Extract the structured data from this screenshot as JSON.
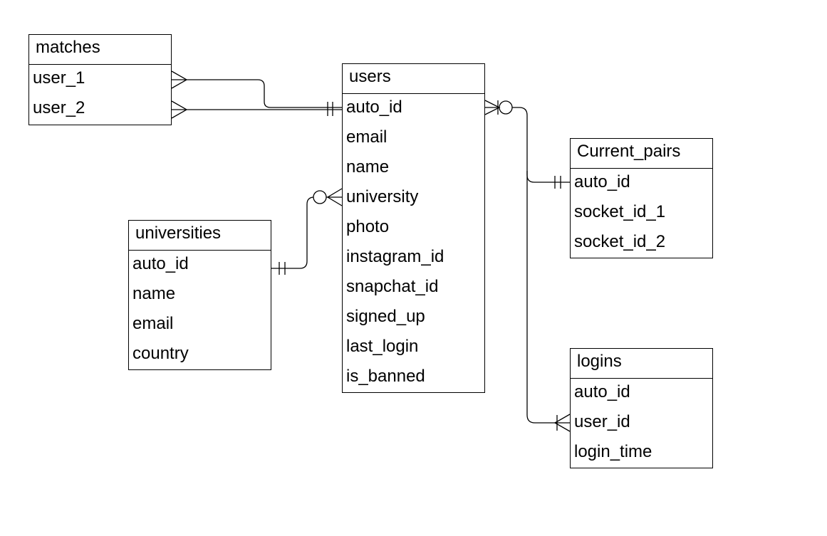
{
  "entities": {
    "matches": {
      "title": "matches",
      "fields": [
        "user_1",
        "user_2"
      ]
    },
    "users": {
      "title": "users",
      "fields": [
        "auto_id",
        "email",
        "name",
        "university",
        "photo",
        "instagram_id",
        "snapchat_id",
        "signed_up",
        "last_login",
        "is_banned"
      ]
    },
    "universities": {
      "title": "universities",
      "fields": [
        "auto_id",
        "name",
        "email",
        "country"
      ]
    },
    "current_pairs": {
      "title": "Current_pairs",
      "fields": [
        "auto_id",
        "socket_id_1",
        "socket_id_2"
      ]
    },
    "logins": {
      "title": "logins",
      "fields": [
        "auto_id",
        "user_id",
        "login_time"
      ]
    }
  },
  "relationships": [
    {
      "from": "matches.user_1",
      "from_cardinality": "many",
      "to": "users.auto_id",
      "to_cardinality": "one-and-only-one"
    },
    {
      "from": "matches.user_2",
      "from_cardinality": "many",
      "to": "users.auto_id",
      "to_cardinality": "one-and-only-one"
    },
    {
      "from": "users.university",
      "from_cardinality": "zero-or-many",
      "to": "universities.auto_id",
      "to_cardinality": "one-and-only-one"
    },
    {
      "from": "users.auto_id",
      "from_cardinality": "zero-or-many",
      "to": "current_pairs.auto_id",
      "to_cardinality": "one-and-only-one"
    },
    {
      "from": "users.auto_id",
      "from_cardinality": "zero-or-many",
      "to": "logins.user_id",
      "to_cardinality": "one-or-many"
    }
  ]
}
